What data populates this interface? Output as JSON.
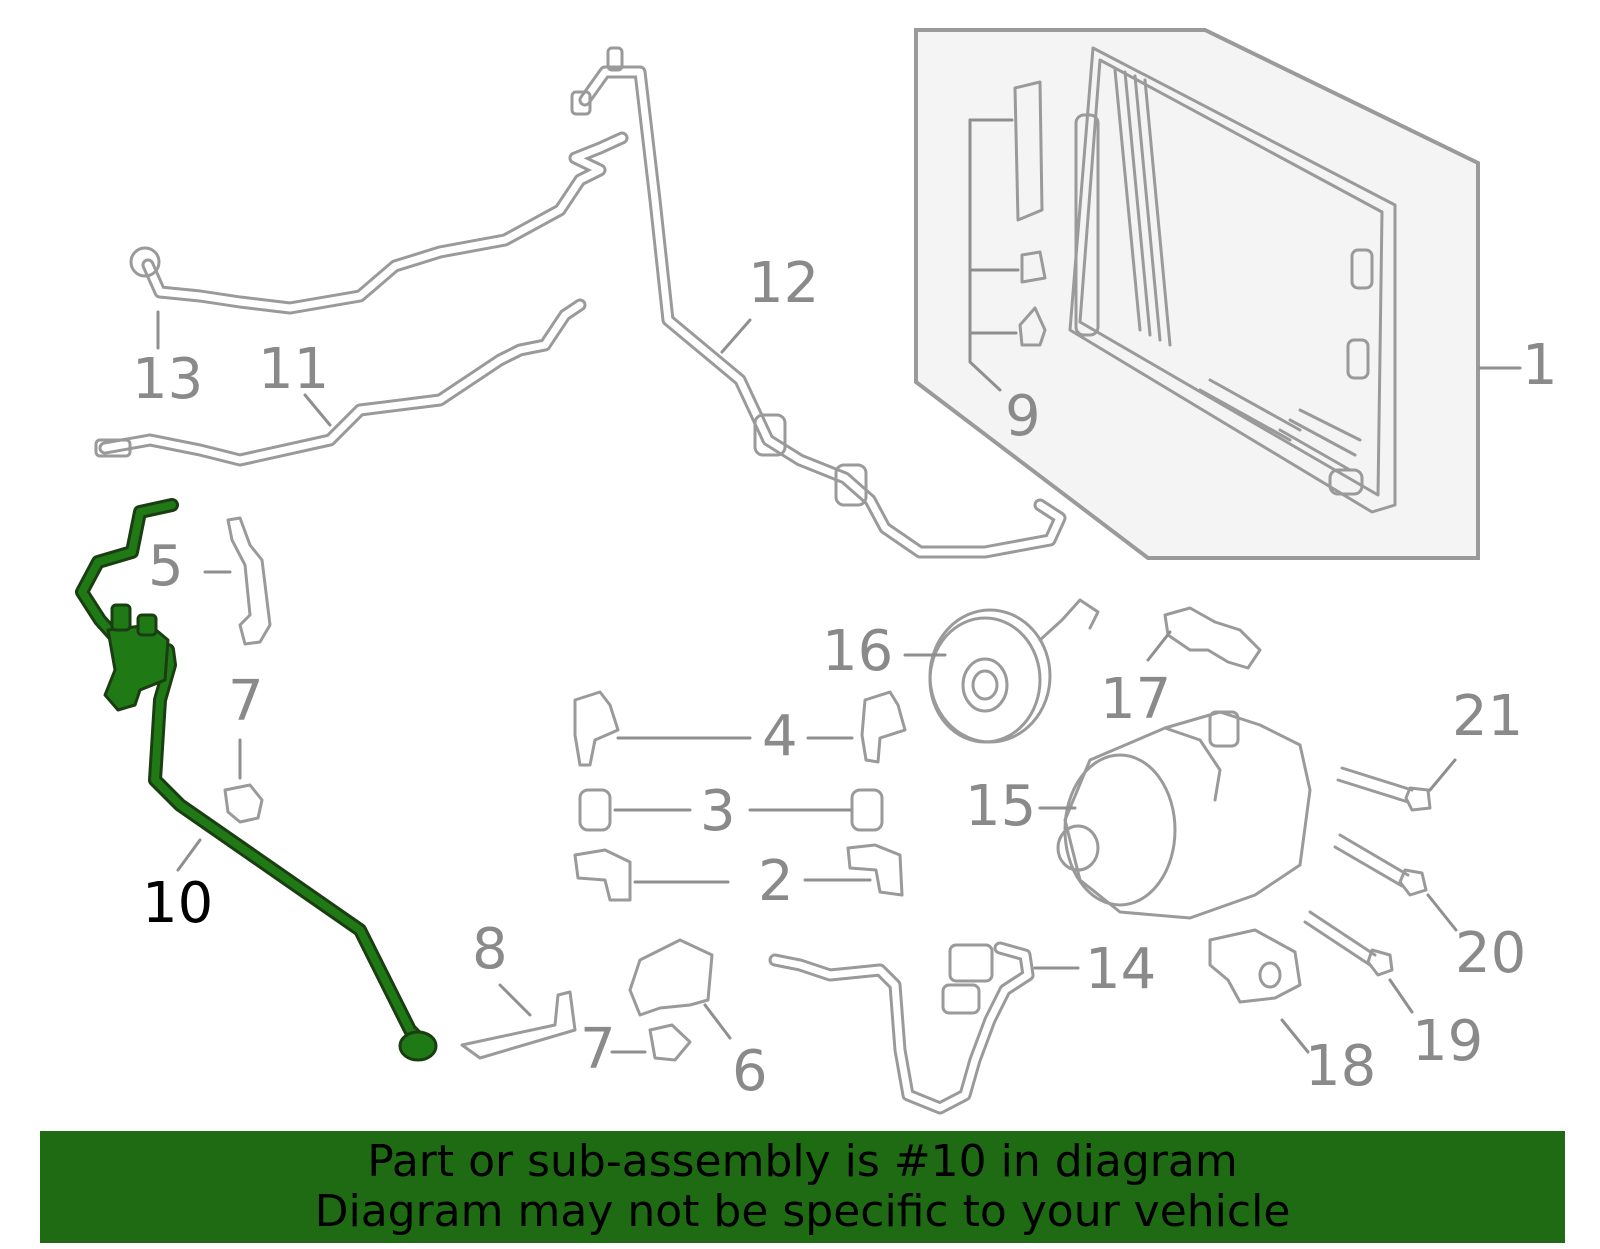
{
  "callouts": {
    "c1": "1",
    "c2": "2",
    "c3": "3",
    "c4": "4",
    "c5": "5",
    "c6": "6",
    "c7": "7",
    "c8": "8",
    "c9": "9",
    "c10": "10",
    "c11": "11",
    "c12": "12",
    "c13": "13",
    "c14": "14",
    "c15": "15",
    "c16": "16",
    "c17": "17",
    "c18": "18",
    "c19": "19",
    "c20": "20",
    "c21": "21"
  },
  "highlighted_part": "10",
  "colors": {
    "highlight": "#1f7a16",
    "banner": "#1e6b14",
    "line_art": "#9a9a9a"
  },
  "banner": {
    "line1": "Part or sub-assembly is #10 in diagram",
    "line2": "Diagram may not be specific to your vehicle"
  }
}
